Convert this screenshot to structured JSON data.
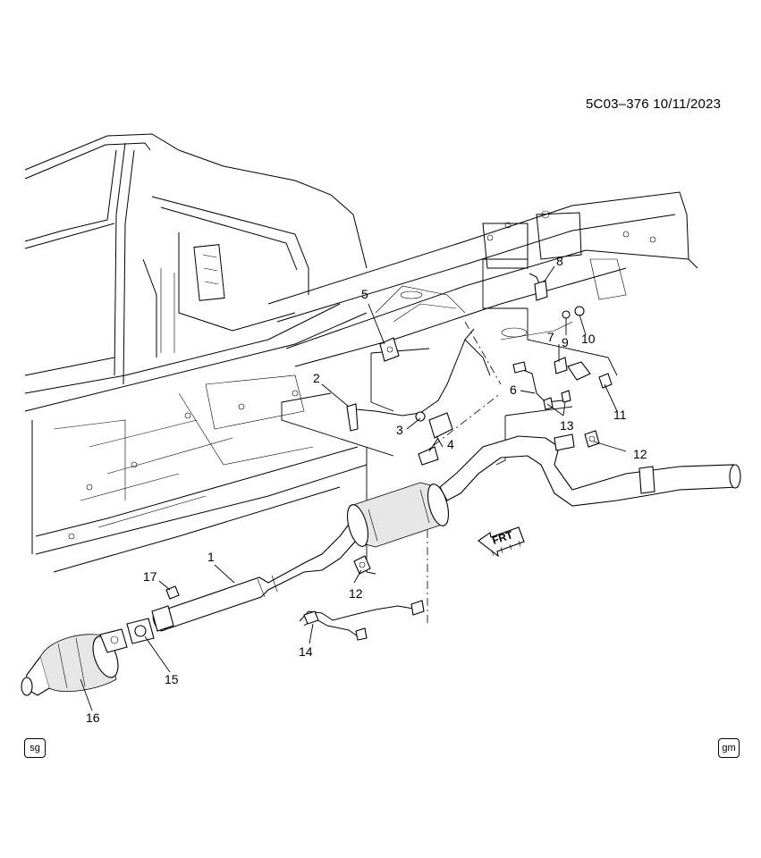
{
  "header": {
    "figure_id": "5C03–376 10/11/2023"
  },
  "callouts": {
    "c1": "1",
    "c2": "2",
    "c3": "3",
    "c4": "4",
    "c5": "5",
    "c6": "6",
    "c7": "7",
    "c8": "8",
    "c9": "9",
    "c10": "10",
    "c11": "11",
    "c12a": "12",
    "c12b": "12",
    "c13": "13",
    "c14": "14",
    "c15": "15",
    "c16": "16",
    "c17": "17"
  },
  "direction_label": "FRT",
  "badges": {
    "left": "sg",
    "right": "gm"
  }
}
